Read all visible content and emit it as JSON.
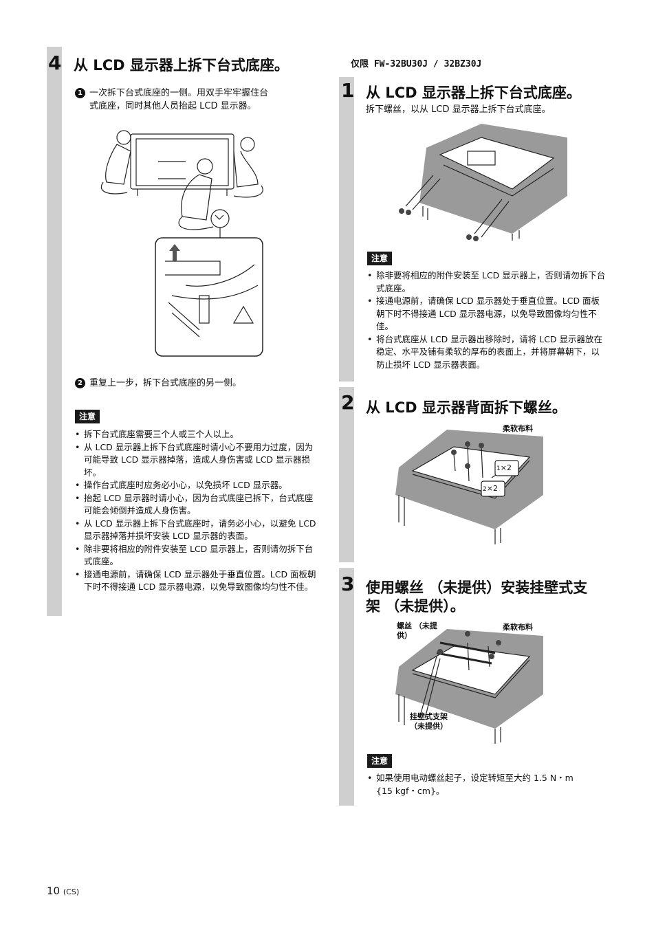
{
  "left": {
    "step_number": "4",
    "heading": "从 LCD 显示器上拆下台式底座。",
    "sub1_num": "1",
    "sub1_line1": "一次拆下台式底座的一侧。用双手牢牢握住台",
    "sub1_line2": "式底座，同时其他人员抬起 LCD 显示器。",
    "sub2_num": "2",
    "sub2_text": "重复上一步，拆下台式底座的另一侧。",
    "note_label": "注意",
    "notes": [
      "拆下台式底座需要三个人或三个人以上。",
      "从 LCD 显示器上拆下台式底座时请小心不要用力过度，因为可能导致 LCD 显示器掉落，造成人身伤害或 LCD 显示器损坏。",
      "操作台式底座时应务必小心，以免损坏 LCD 显示器。",
      "抬起 LCD 显示器时请小心，因为台式底座已拆下，台式底座可能会倾倒并造成人身伤害。",
      "从 LCD 显示器上拆下台式底座时，请务必小心，以避免 LCD 显示器掉落并损坏安装 LCD 显示器的表面。",
      "除非要将相应的附件安装至 LCD 显示器上，否则请勿拆下台式底座。",
      "接通电源前，请确保 LCD 显示器处于垂直位置。LCD 面板朝下时不得接通 LCD 显示器电源，以免导致图像均匀性不佳。"
    ]
  },
  "right": {
    "model_header": "仅限 FW-32BU30J / 32BZ30J",
    "step1": {
      "number": "1",
      "heading": "从 LCD 显示器上拆下台式底座。",
      "text": "拆下螺丝，以从 LCD 显示器上拆下台式底座。",
      "note_label": "注意",
      "notes": [
        "除非要将相应的附件安装至 LCD 显示器上，否则请勿拆下台式底座。",
        "接通电源前，请确保 LCD 显示器处于垂直位置。LCD 面板朝下时不得接通 LCD 显示器电源，以免导致图像均匀性不佳。",
        "将台式底座从 LCD 显示器出移除时，请将 LCD 显示器放在稳定、水平及铺有柔软的厚布的表面上，并将屏幕朝下，以防止损坏 LCD 显示器表面。"
      ]
    },
    "step2": {
      "number": "2",
      "heading": "从 LCD 显示器背面拆下螺丝。",
      "cloth_label": "柔软布料",
      "callout1": "×2",
      "callout2": "×2",
      "callout1_num": "1",
      "callout2_num": "2"
    },
    "step3": {
      "number": "3",
      "heading_line1": "使用螺丝 （未提供）安装挂壁式支",
      "heading_line2": "架 （未提供）。",
      "screw_label_line1": "螺丝 （未提",
      "screw_label_line2": "供）",
      "cloth_label": "柔软布料",
      "bracket_label_line1": "挂壁式支架",
      "bracket_label_line2": "（未提供）",
      "note_label": "注意",
      "notes": [
        "如果使用电动螺丝起子，设定转矩至大约 1.5 N・m {15 kgf・cm}。"
      ]
    }
  },
  "footer": {
    "page_number": "10",
    "lang": "(CS)"
  }
}
